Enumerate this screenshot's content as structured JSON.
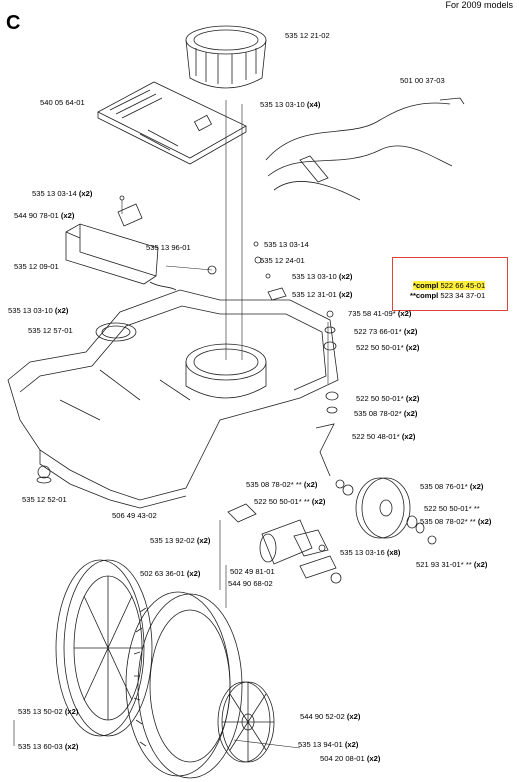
{
  "section_letter": "C",
  "header_note": "For 2009 models",
  "callout": {
    "line1_prefix": "*compl",
    "line1_part": "522 66 45-01",
    "line2_prefix": "**compl",
    "line2_part": "523 34 37-01"
  },
  "labels": [
    {
      "key": "l01",
      "part": "535 12 21-02",
      "qty": ""
    },
    {
      "key": "l02",
      "part": "501 00 37-03",
      "qty": ""
    },
    {
      "key": "l03",
      "part": "540 05 64-01",
      "qty": ""
    },
    {
      "key": "l04",
      "part": "535 13 03-10",
      "qty": "(x4)"
    },
    {
      "key": "l05",
      "part": "535 13 03-14",
      "qty": "(x2)"
    },
    {
      "key": "l06",
      "part": "544 90 78-01",
      "qty": "(x2)"
    },
    {
      "key": "l07",
      "part": "535 13 03-14",
      "qty": ""
    },
    {
      "key": "l08",
      "part": "535 13 96-01",
      "qty": ""
    },
    {
      "key": "l09",
      "part": "535 12 24-01",
      "qty": ""
    },
    {
      "key": "l10",
      "part": "535 12 09-01",
      "qty": ""
    },
    {
      "key": "l11",
      "part": "535 13 03-10",
      "qty": "(x2)"
    },
    {
      "key": "l12",
      "part": "535 12 31-01",
      "qty": "(x2)"
    },
    {
      "key": "l13",
      "part": "535 13 03-10",
      "qty": "(x2)"
    },
    {
      "key": "l14",
      "part": "535 12 57-01",
      "qty": ""
    },
    {
      "key": "l15",
      "part": "735 58 41-09*",
      "qty": "(x2)"
    },
    {
      "key": "l16",
      "part": "522 73 66-01*",
      "qty": "(x2)"
    },
    {
      "key": "l17",
      "part": "522 50 50-01*",
      "qty": "(x2)"
    },
    {
      "key": "l18",
      "part": "522 50 50-01*",
      "qty": "(x2)"
    },
    {
      "key": "l19",
      "part": "535 08 78-02*",
      "qty": "(x2)"
    },
    {
      "key": "l20",
      "part": "522 50 48-01*",
      "qty": "(x2)"
    },
    {
      "key": "l21",
      "part": "535 12 52-01",
      "qty": ""
    },
    {
      "key": "l22",
      "part": "506 49 43-02",
      "qty": ""
    },
    {
      "key": "l23",
      "part": "535 08 78-02* **",
      "qty": "(x2)"
    },
    {
      "key": "l24",
      "part": "535 08 76-01*",
      "qty": "(x2)"
    },
    {
      "key": "l25",
      "part": "522 50 50-01* **",
      "qty": "(x2)"
    },
    {
      "key": "l26",
      "part": "522 50 50-01* **",
      "qty": ""
    },
    {
      "key": "l27",
      "part": "535 08 78-02* **",
      "qty": "(x2)"
    },
    {
      "key": "l28",
      "part": "535 13 92-02",
      "qty": "(x2)"
    },
    {
      "key": "l29",
      "part": "535 13 03-16",
      "qty": "(x8)"
    },
    {
      "key": "l30",
      "part": "521 93 31-01* **",
      "qty": "(x2)"
    },
    {
      "key": "l31",
      "part": "502 63 36-01",
      "qty": "(x2)"
    },
    {
      "key": "l32",
      "part": "502 49 81-01",
      "qty": ""
    },
    {
      "key": "l33",
      "part": "544 90 68-02",
      "qty": ""
    },
    {
      "key": "l34",
      "part": "535 13 50-02",
      "qty": "(x2)"
    },
    {
      "key": "l35",
      "part": "544 90 52-02",
      "qty": "(x2)"
    },
    {
      "key": "l36",
      "part": "535 13 94-01",
      "qty": "(x2)"
    },
    {
      "key": "l37",
      "part": "535 13 60-03",
      "qty": "(x2)"
    },
    {
      "key": "l38",
      "part": "504 20 08-01",
      "qty": "(x2)"
    }
  ]
}
